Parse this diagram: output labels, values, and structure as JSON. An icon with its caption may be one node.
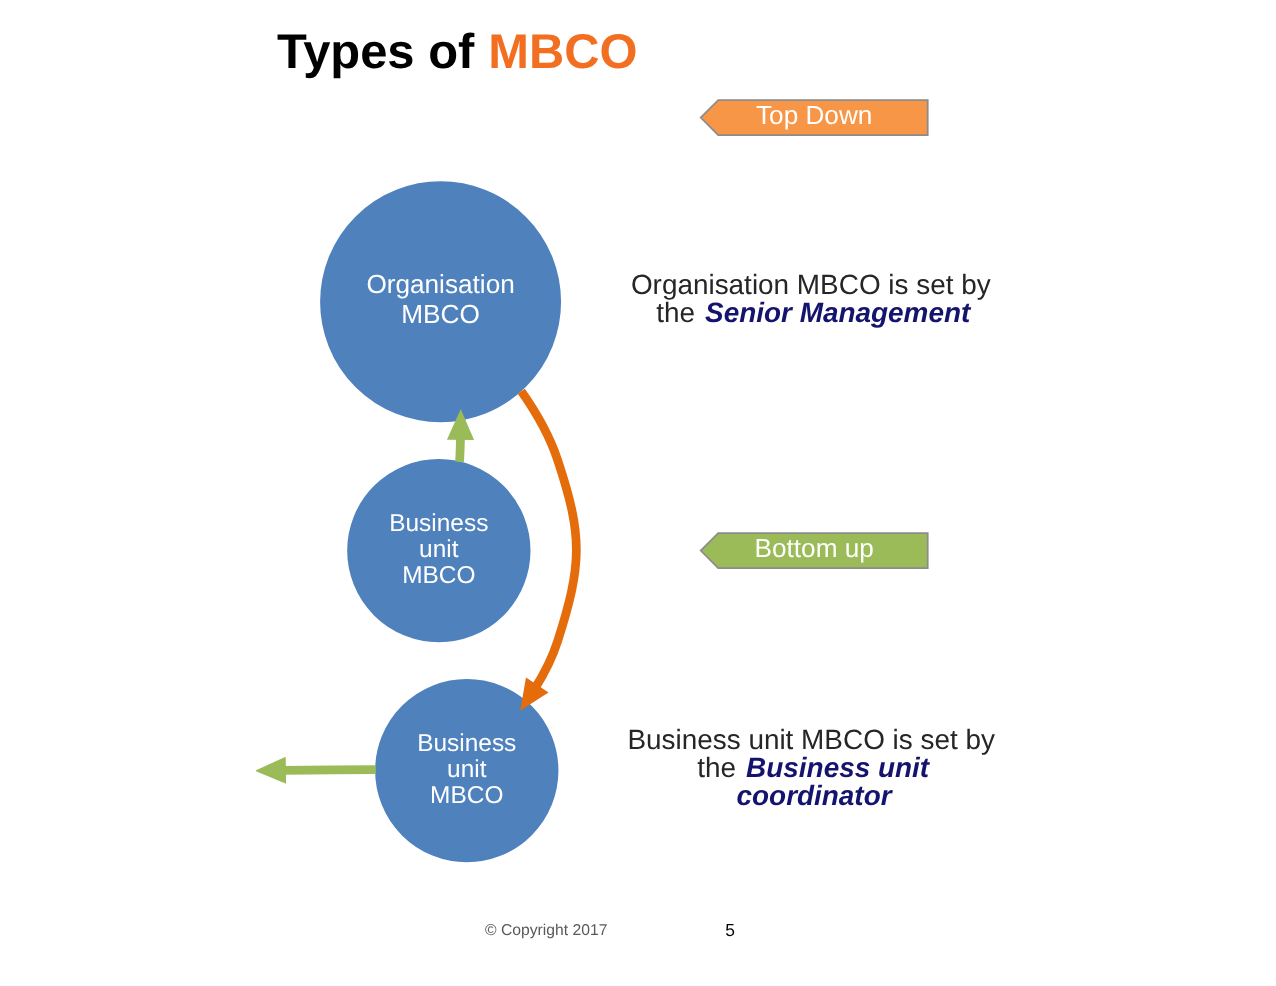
{
  "diagram": {
    "title": "Types of MBCO",
    "nodes": [
      {
        "text": [
          "Top Down"
        ]
      },
      {
        "text": [
          "Organisation MBCO"
        ]
      },
      {
        "text": [
          "Business unit MBCO"
        ]
      },
      {
        "text": [
          "Bottom up"
        ]
      },
      {
        "text": [
          "Business unit MBCO"
        ]
      }
    ],
    "edges": [
      {
        "from": 1,
        "to": 4,
        "arrow": "to",
        "color": "#e46c0a"
      },
      {
        "from": 2,
        "to": 1,
        "arrow": "to",
        "color": "#9bbb59"
      },
      {
        "from": 4,
        "to": null,
        "arrow": "to",
        "color": "#9bbb59"
      }
    ],
    "labels": [
      "Organisation MBCO is set by the **Senior Management**",
      "Business unit MBCO is set by the **Business unit coordinator**",
      "© Copyright 2017",
      "5"
    ]
  }
}
